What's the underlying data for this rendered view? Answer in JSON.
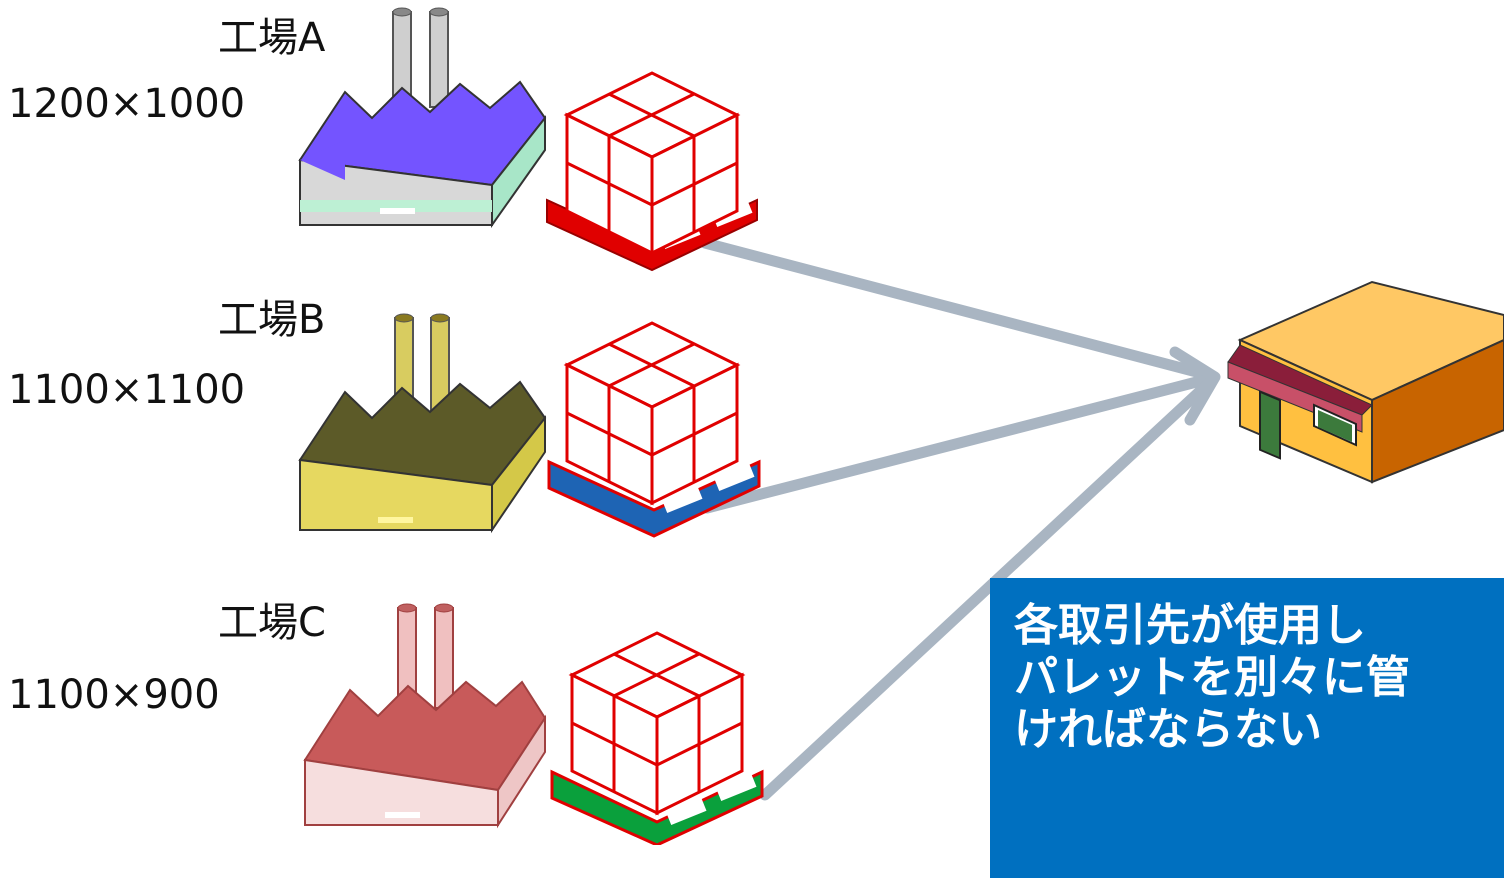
{
  "factories": [
    {
      "name": "工場A",
      "size": "1200×1000",
      "roof_color": "#7454ff",
      "pallet_color": "#e00000"
    },
    {
      "name": "工場B",
      "size": "1100×1100",
      "roof_color": "#5c5a28",
      "pallet_color": "#1e64b4"
    },
    {
      "name": "工場C",
      "size": "1100×900",
      "roof_color": "#c85a5a",
      "pallet_color": "#0aa03c"
    }
  ],
  "arrow_color": "#a9b5c2",
  "note": {
    "lines": [
      "各取引先が使用し",
      "パレットを別々に管",
      "ければならない"
    ],
    "background": "#0070c0"
  }
}
